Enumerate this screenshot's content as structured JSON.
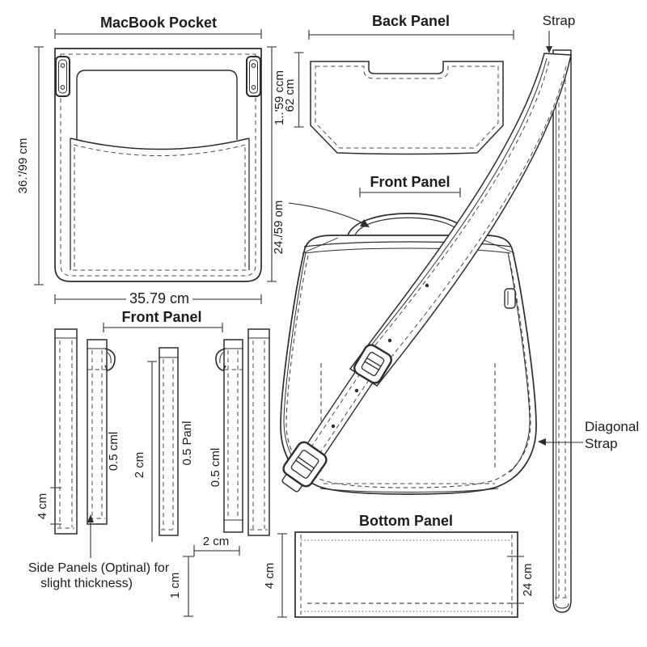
{
  "page": {
    "background": "#ffffff",
    "ink": "#2d2d2d"
  },
  "labels": {
    "macbook_pocket": "MacBook Pocket",
    "back_panel": "Back Panel",
    "front_panel_top": "Front Panel",
    "front_panel_bottom": "Front Panel",
    "strap": "Strap",
    "diagonal_strap_line1": "Diagonal",
    "diagonal_strap_line2": "Strap",
    "bottom_panel": "Bottom Panel",
    "side_panels_note_line1": "Side Panels (Optinal) for",
    "side_panels_note_line2": "slight thickness)"
  },
  "dimensions": {
    "pocket_width": "35.79 cm",
    "pocket_height": "36.'/99 cm",
    "pocket_side_height": "1..'59 ccm",
    "back_panel_height": "62 cm",
    "front_panel_height": "24./59 om",
    "strip1_bottom": "4 cm",
    "strip2_width": "0.5 cml",
    "strip_gap": "2 cm",
    "strip3_width": "0.5 Panl",
    "strip4_width": "0.5 cml",
    "seam_width": "2 cm",
    "seam_height": "1 cm",
    "bottom_panel_height": "4 cm",
    "bottom_panel_width": "24 cm"
  }
}
